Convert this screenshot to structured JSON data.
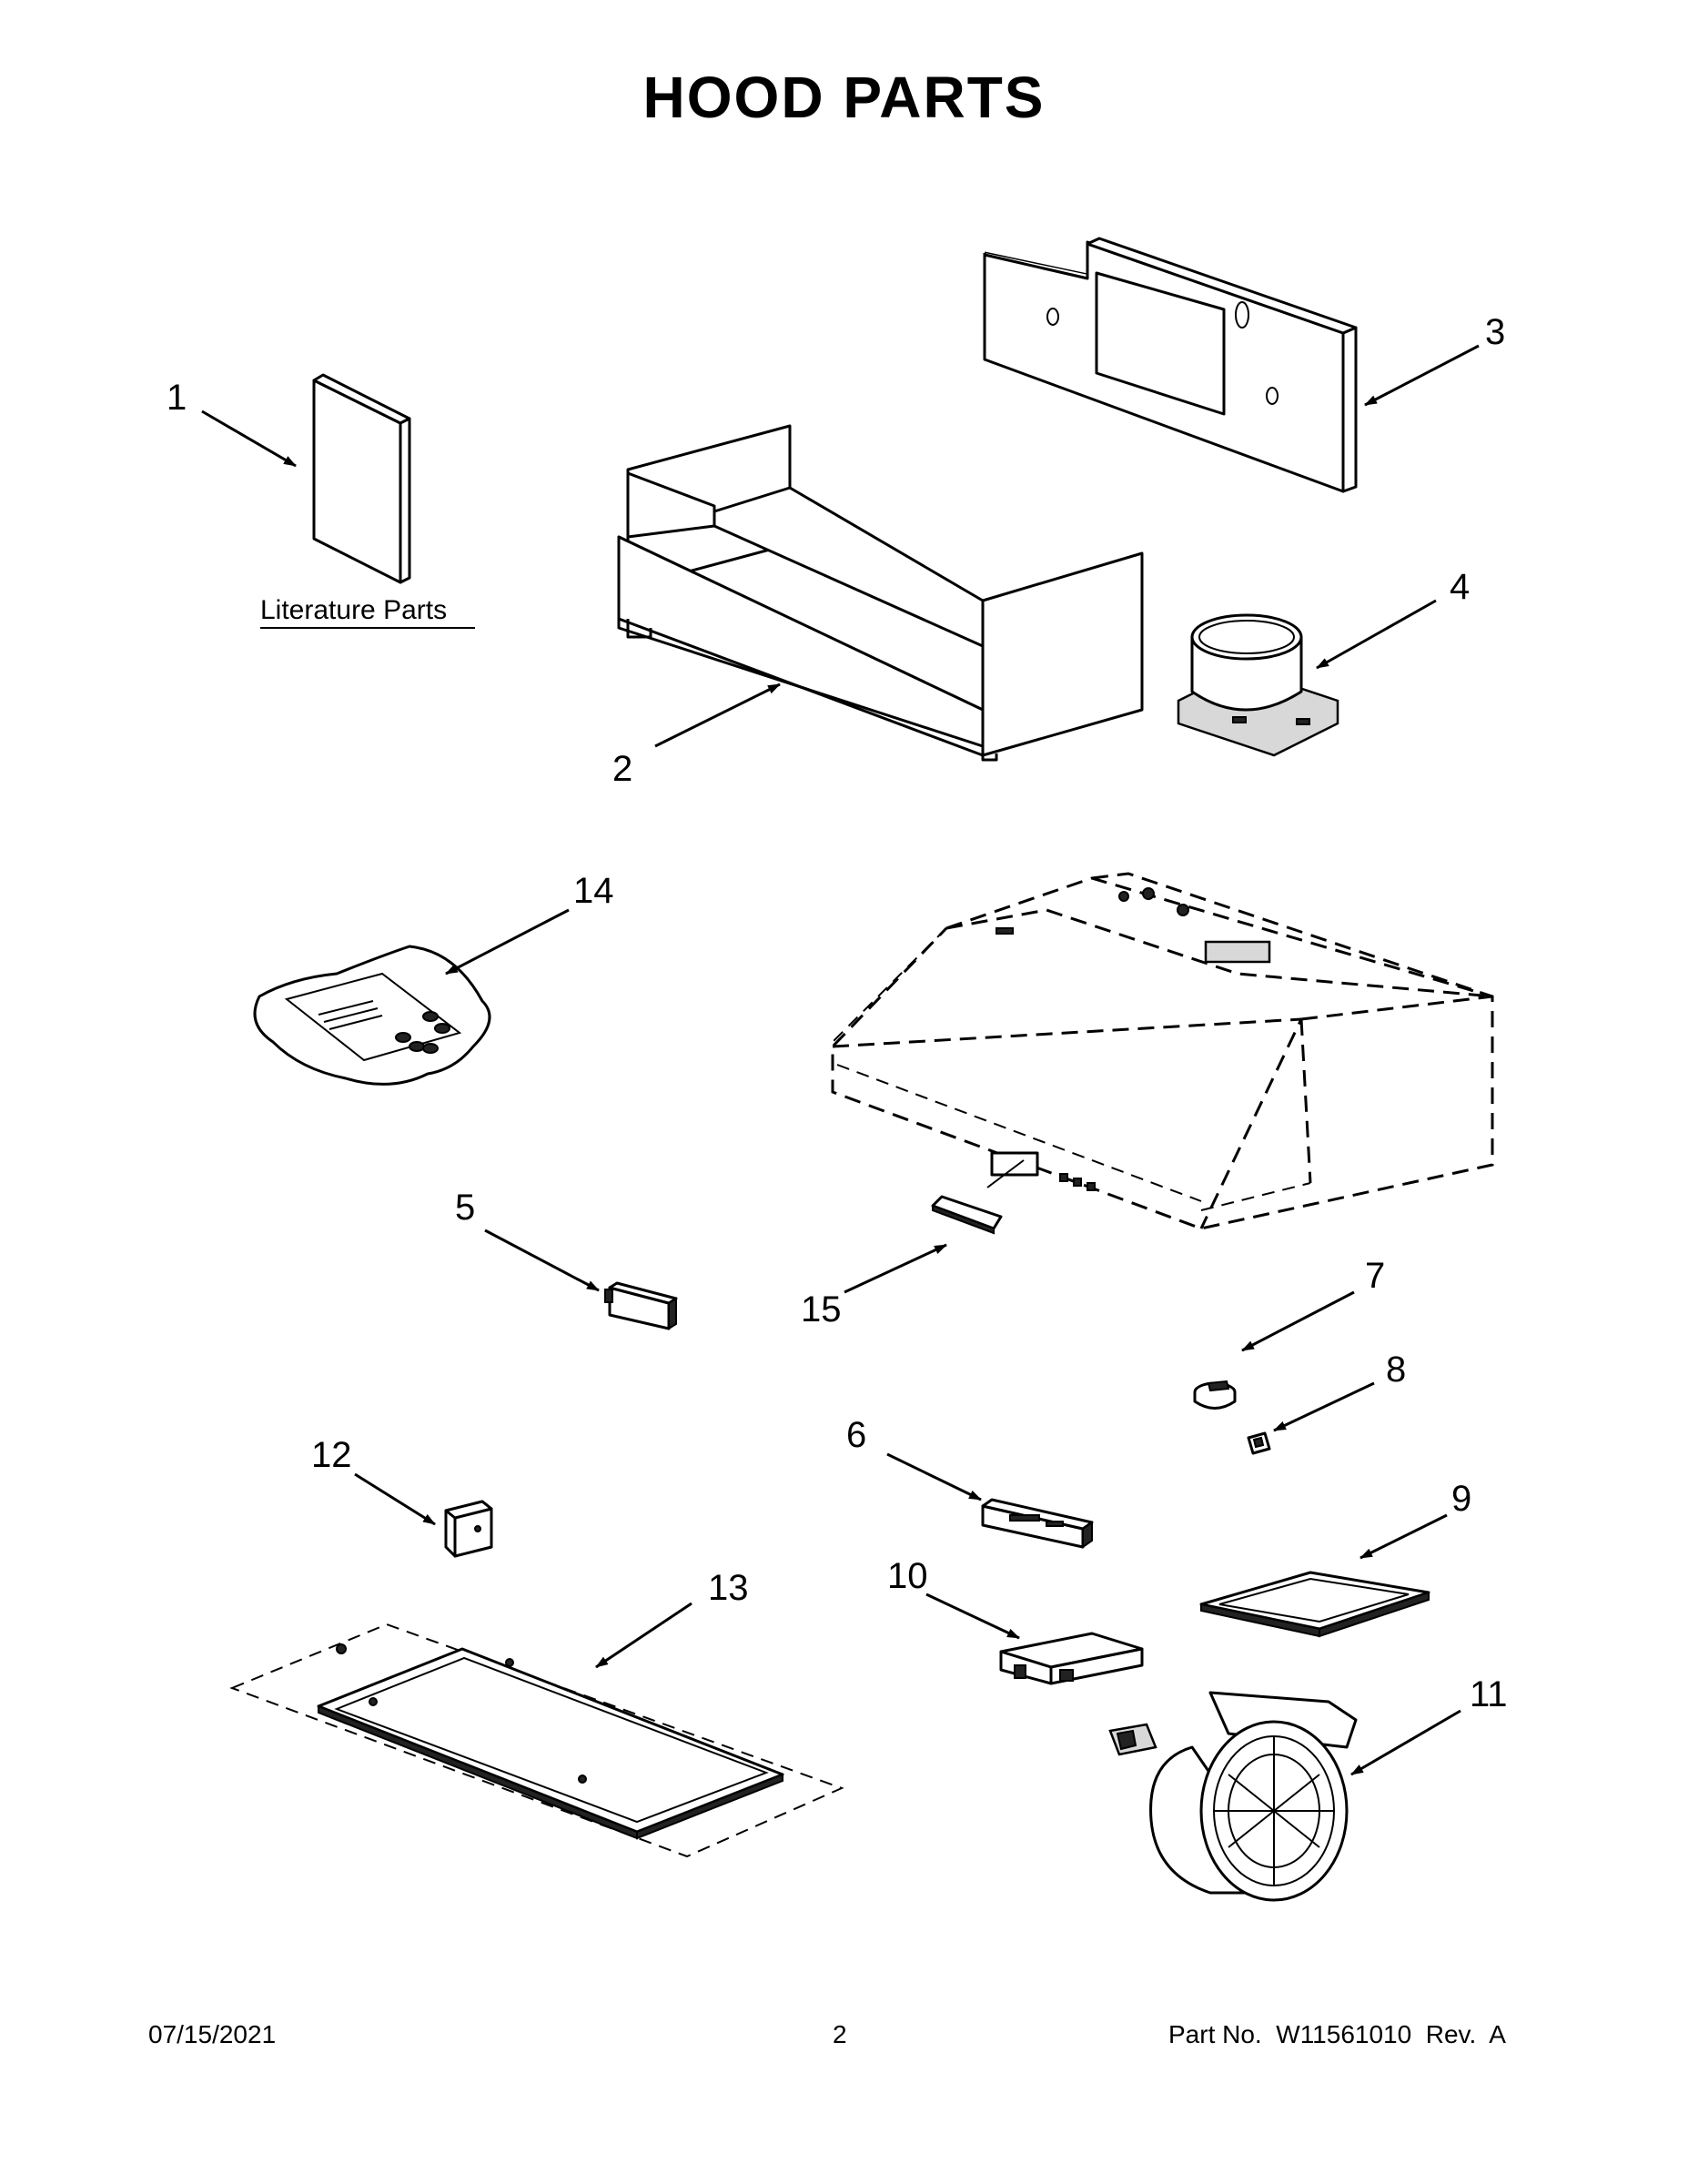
{
  "title": "HOOD PARTS",
  "literature_label": "Literature Parts",
  "callouts": [
    "1",
    "2",
    "3",
    "4",
    "5",
    "6",
    "7",
    "8",
    "9",
    "10",
    "11",
    "12",
    "13",
    "14",
    "15"
  ],
  "footer": {
    "date": "07/15/2021",
    "page": "2",
    "part": "Part No.  W11561010  Rev.  A"
  }
}
